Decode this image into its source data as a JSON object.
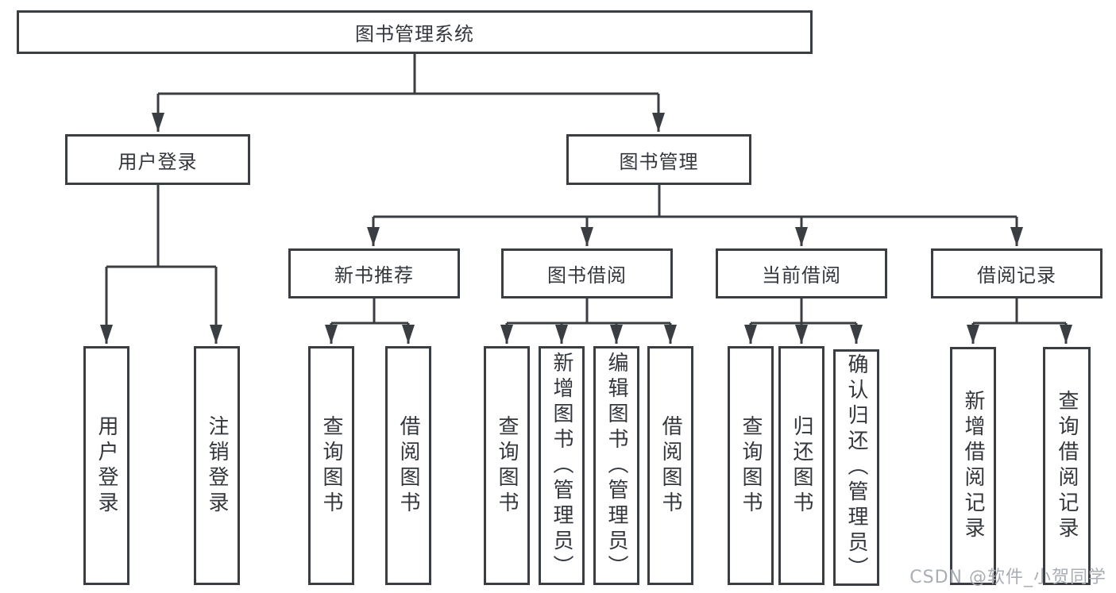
{
  "diagram": {
    "root": {
      "label": "图书管理系统"
    },
    "level2": [
      {
        "label": "用户登录",
        "children_leaves": [
          0,
          1
        ]
      },
      {
        "label": "图书管理",
        "children_level3": [
          0,
          1,
          2,
          3
        ]
      }
    ],
    "level3": [
      {
        "label": "新书推荐",
        "children_leaves": [
          2,
          3
        ]
      },
      {
        "label": "图书借阅",
        "children_leaves": [
          4,
          5,
          6,
          7
        ]
      },
      {
        "label": "当前借阅",
        "children_leaves": [
          8,
          9,
          10
        ]
      },
      {
        "label": "借阅记录",
        "children_leaves": [
          11,
          12
        ]
      }
    ],
    "leaves": [
      {
        "label": "用户登录"
      },
      {
        "label": "注销登录"
      },
      {
        "label": "查询图书"
      },
      {
        "label": "借阅图书"
      },
      {
        "label": "查询图书"
      },
      {
        "label": "新增图书（管理员）"
      },
      {
        "label": "编辑图书（管理员）"
      },
      {
        "label": "借阅图书"
      },
      {
        "label": "查询图书"
      },
      {
        "label": "归还图书"
      },
      {
        "label": "确认归还（管理员）"
      },
      {
        "label": "新增借阅记录"
      },
      {
        "label": "查询借阅记录"
      }
    ],
    "colors": {
      "line": "#3a3d41",
      "border": "#3a3d41",
      "text": "#33373c",
      "watermark": "#a9aeb4",
      "background": "#ffffff"
    }
  },
  "watermark": "CSDN @软件_小贺同学"
}
